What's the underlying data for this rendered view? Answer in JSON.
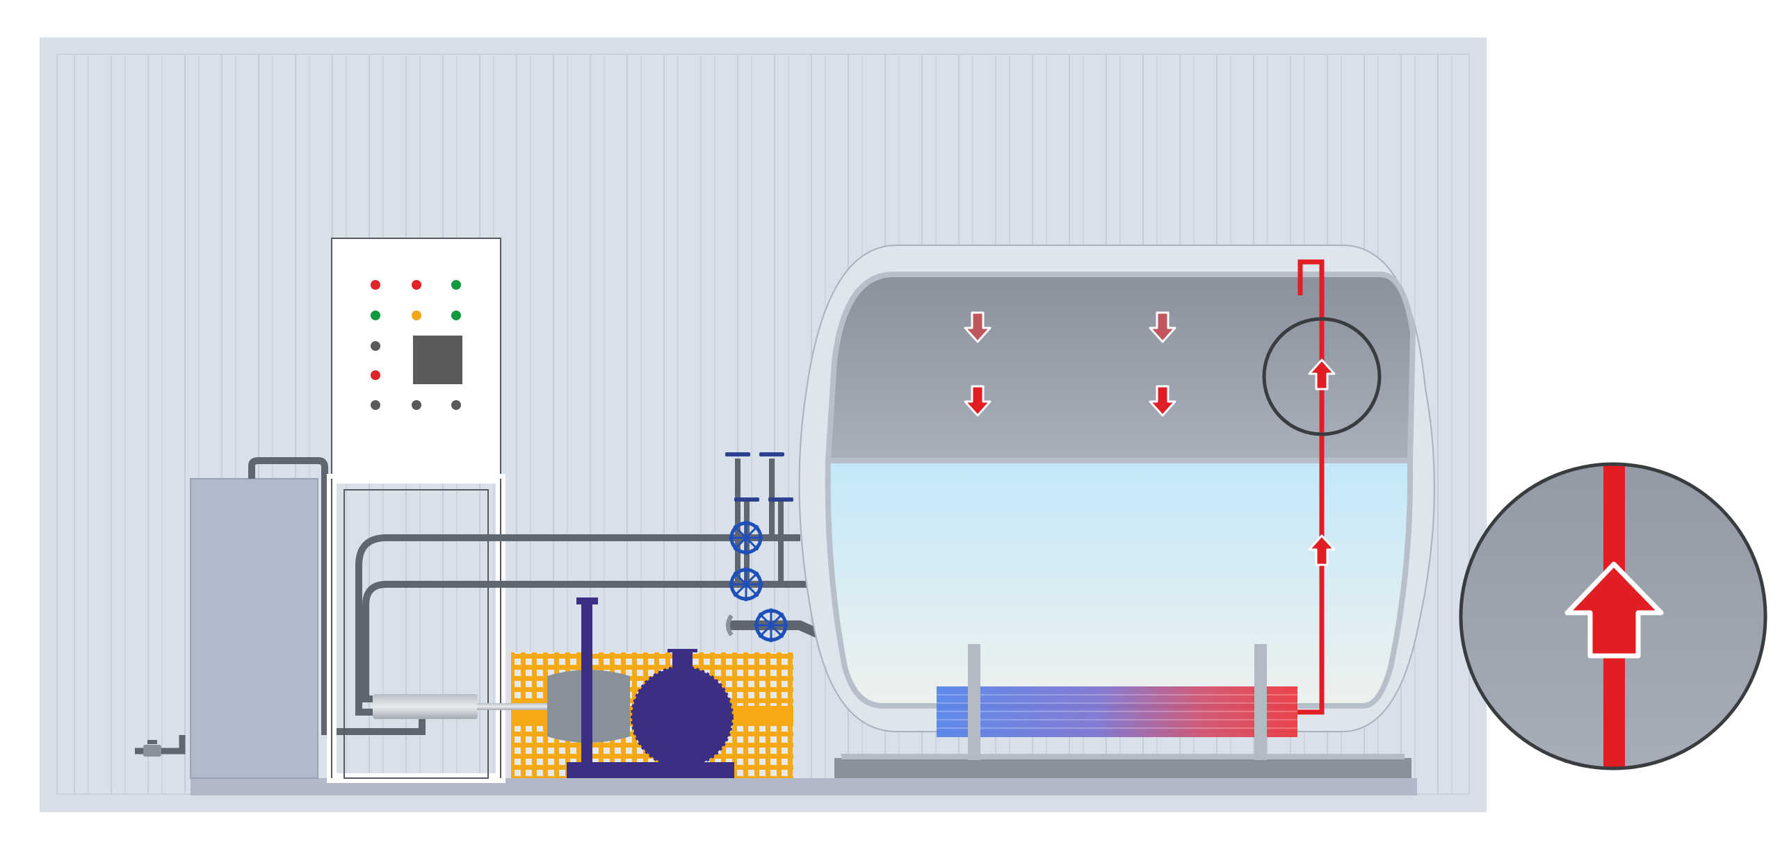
{
  "diagram": {
    "subject": "",
    "colors": {
      "wall": "#d6dee7",
      "wall_stripe": "#c3ccd7",
      "cabinet": "#ffffff",
      "cabinet_border": "#55595e",
      "pipe": "#5f6670",
      "valve": "#1f4fb8",
      "valve_stem": "#2d3f8f",
      "grate": "#f4a915",
      "pump": "#3b2e85",
      "vessel_shell": "#dfe5ec",
      "vessel_gas": "#9aa2ad",
      "vessel_liquid": "#c6e9f8",
      "heater_cold": "#4f7fe8",
      "heater_hot": "#e9323c",
      "flow_line": "#e21e25",
      "indicator_red": "#e0242a",
      "indicator_green": "#0f9a3e",
      "indicator_amber": "#f3a51a",
      "indicator_grey": "#5a5a5a",
      "zoom_circle_border": "#3a3d40"
    },
    "indicator_lights": [
      [
        "red",
        "red",
        "green"
      ],
      [
        "green",
        "amber",
        "green"
      ],
      [
        "grey",
        null,
        null
      ],
      [
        "red",
        null,
        null
      ],
      [
        "grey",
        "grey",
        "grey"
      ]
    ],
    "icons": [
      "down-arrow-icon",
      "up-arrow-icon",
      "valve-handwheel-icon",
      "magnifier-circle-icon"
    ]
  }
}
